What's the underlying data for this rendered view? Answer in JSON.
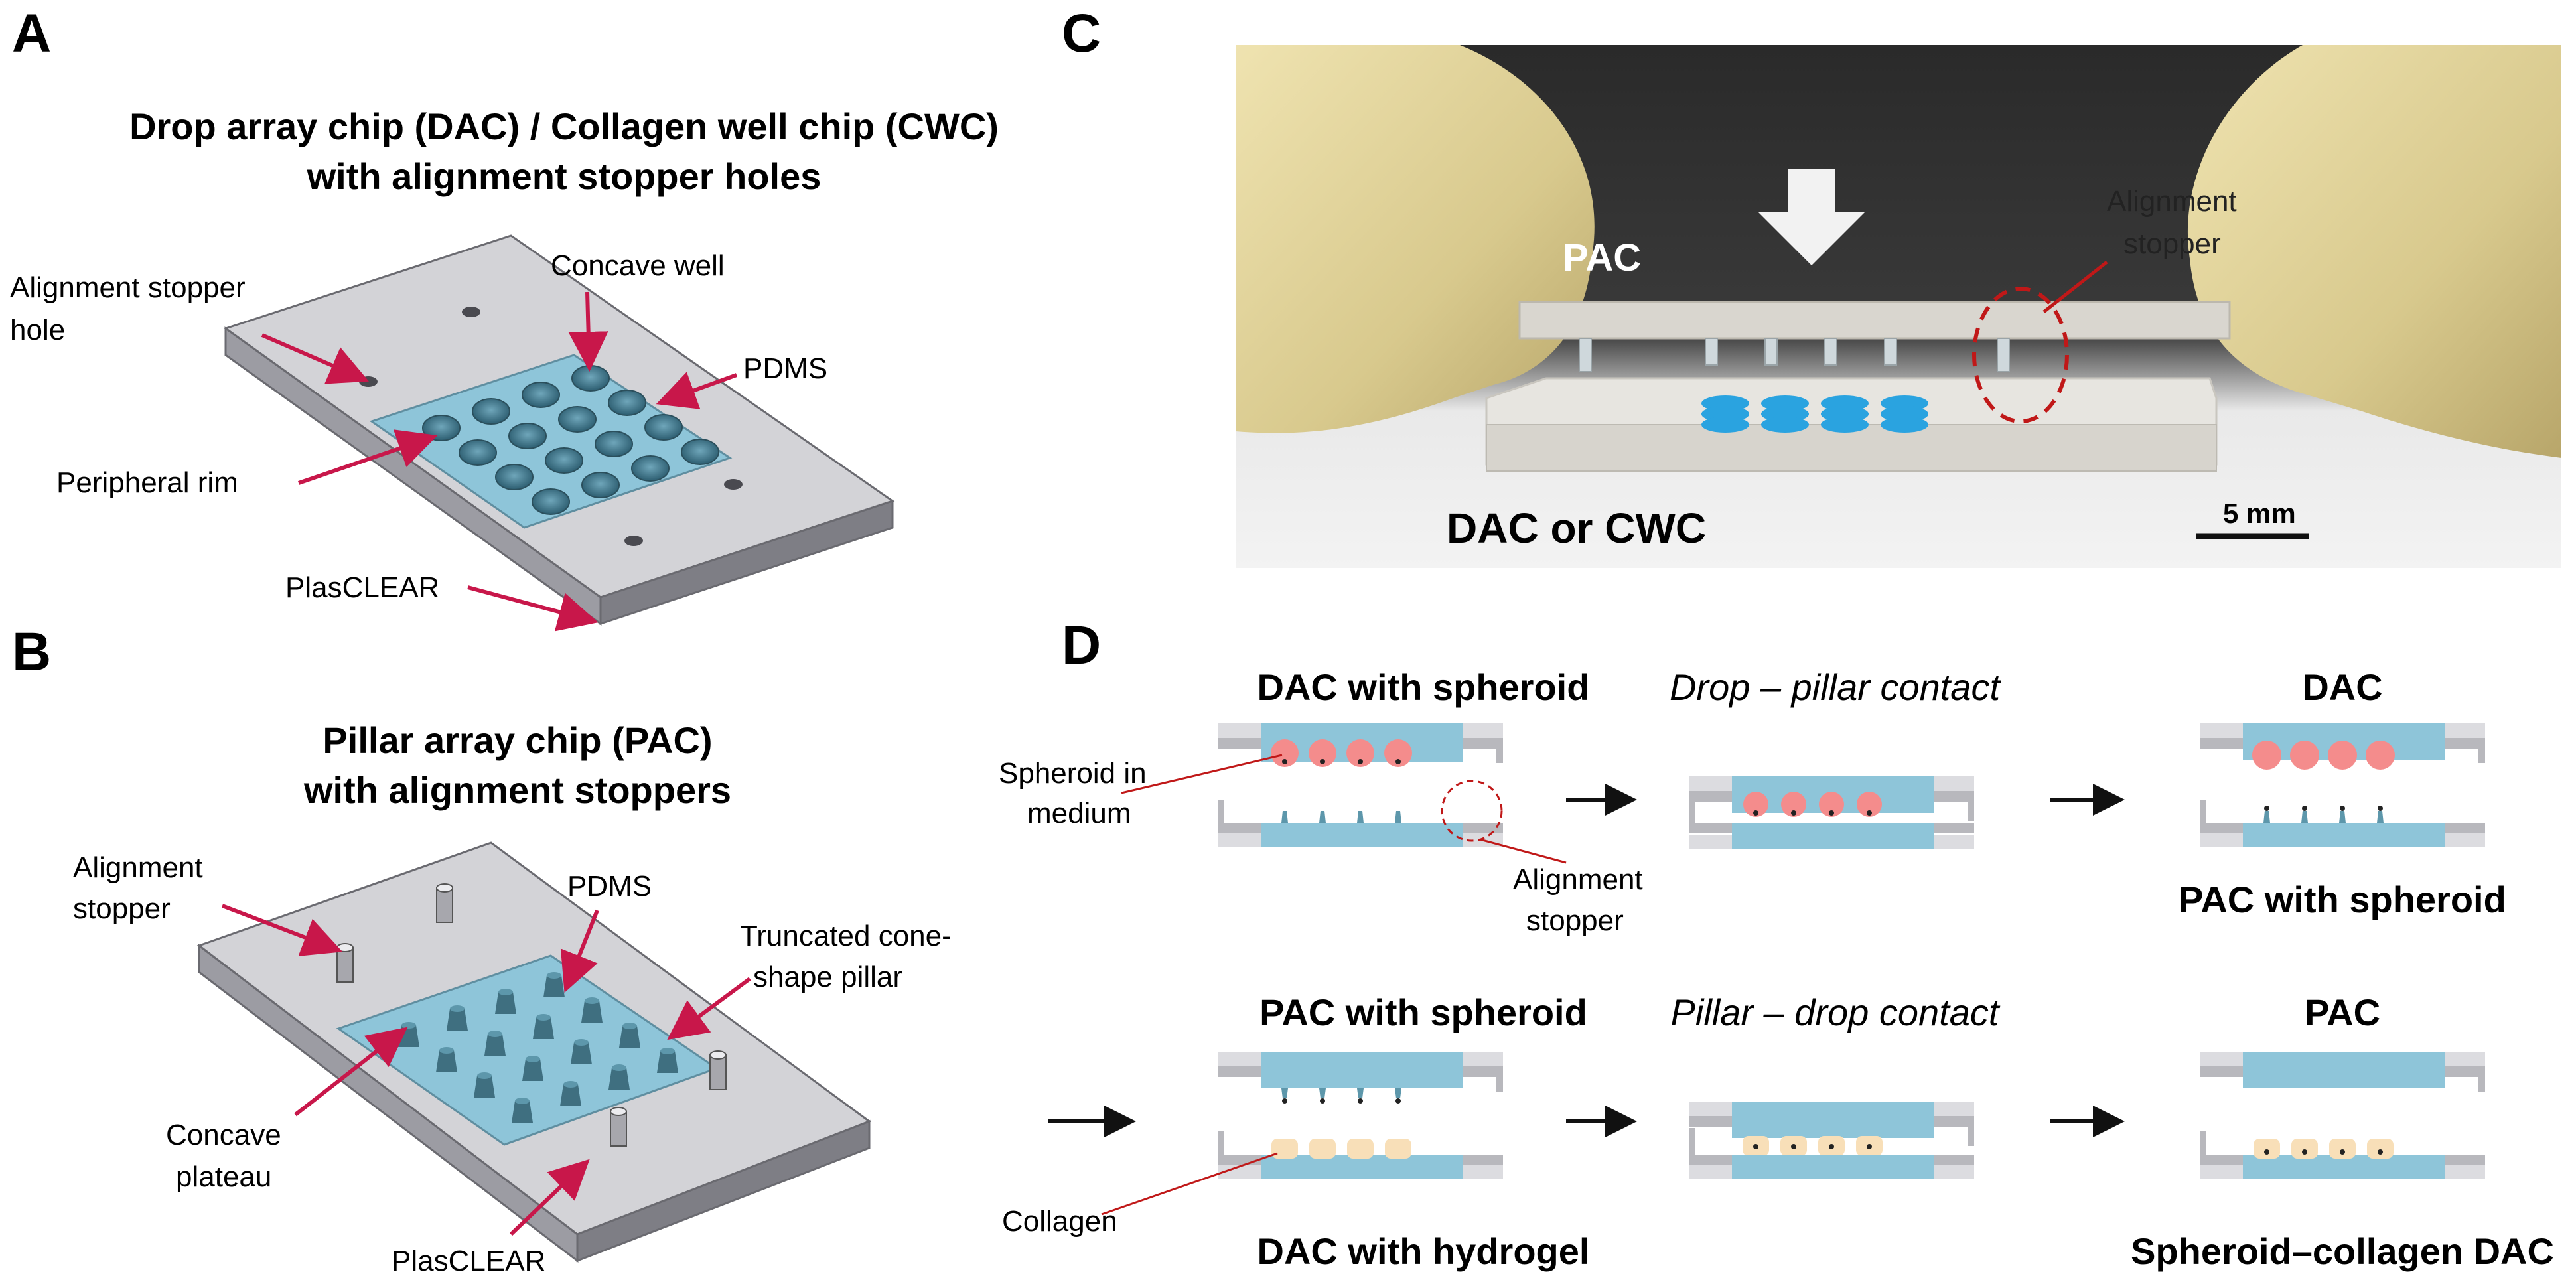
{
  "colors": {
    "pdms_blue": "#8ec5d9",
    "plastic_gray": "#b8b8bd",
    "plastic_light": "#dcdce0",
    "arrow_red": "#c8174a",
    "spheroid_pink": "#f48c8c",
    "collagen_cream": "#f8dfb8",
    "dye_blue": "#2aa3e0"
  },
  "panels": {
    "a": {
      "letter": "A",
      "title_line1": "Drop array chip (DAC) / Collagen well chip (CWC)",
      "title_line2": "with alignment stopper holes",
      "labels": {
        "alignment_stopper_hole_1": "Alignment stopper",
        "alignment_stopper_hole_2": "hole",
        "concave_well": "Concave well",
        "pdms": "PDMS",
        "peripheral_rim": "Peripheral rim",
        "plasclear": "PlasCLEAR"
      }
    },
    "b": {
      "letter": "B",
      "title_line1": "Pillar array chip (PAC)",
      "title_line2": "with alignment stoppers",
      "labels": {
        "alignment_stopper_1": "Alignment",
        "alignment_stopper_2": "stopper",
        "pdms": "PDMS",
        "truncated_cone_1": "Truncated cone-",
        "truncated_cone_2": "shape pillar",
        "concave_plateau_1": "Concave",
        "concave_plateau_2": "plateau",
        "plasclear": "PlasCLEAR"
      }
    },
    "c": {
      "letter": "C",
      "labels": {
        "pac": "PAC",
        "alignment_stopper_1": "Alignment",
        "alignment_stopper_2": "stopper",
        "dac_or_cwc": "DAC or CWC",
        "scale_bar": "5 mm"
      }
    },
    "d": {
      "letter": "D",
      "row1": {
        "step1_title": "DAC with spheroid",
        "step2_title": "Drop – pillar contact",
        "step3_title_top": "DAC",
        "step3_title_bottom": "PAC with spheroid",
        "spheroid_in_medium_1": "Spheroid in",
        "spheroid_in_medium_2": "medium",
        "alignment_stopper_1": "Alignment",
        "alignment_stopper_2": "stopper"
      },
      "row2": {
        "step1_title": "PAC with spheroid",
        "step1_bottom": "DAC with hydrogel",
        "step2_title": "Pillar – drop contact",
        "step3_title_top": "PAC",
        "step3_title_bottom": "Spheroid–collagen DAC",
        "collagen": "Collagen"
      }
    }
  }
}
